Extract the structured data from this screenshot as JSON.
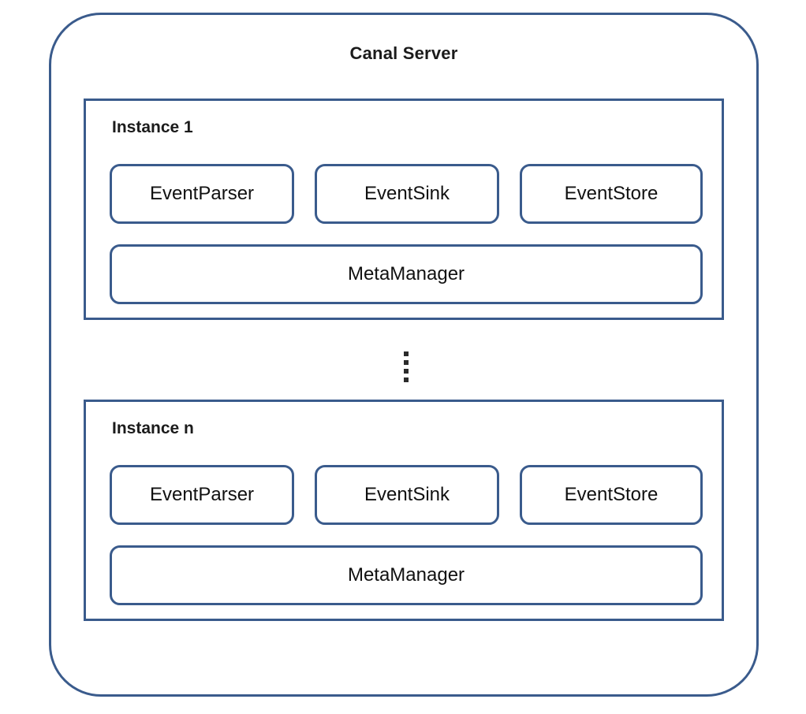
{
  "diagram": {
    "title": "Canal Server",
    "stroke_color": "#3a5b8c",
    "text_color": "#1b1b1b",
    "background_color": "#ffffff",
    "ellipsis": {
      "name": "vertical-ellipsis",
      "dot_count": 4,
      "meaning": "additional instances omitted"
    },
    "instances": [
      {
        "label": "Instance 1",
        "components": [
          {
            "name": "EventParser",
            "label": "EventParser"
          },
          {
            "name": "EventSink",
            "label": "EventSink"
          },
          {
            "name": "EventStore",
            "label": "EventStore"
          }
        ],
        "manager": {
          "name": "MetaManager",
          "label": "MetaManager"
        }
      },
      {
        "label": "Instance n",
        "components": [
          {
            "name": "EventParser",
            "label": "EventParser"
          },
          {
            "name": "EventSink",
            "label": "EventSink"
          },
          {
            "name": "EventStore",
            "label": "EventStore"
          }
        ],
        "manager": {
          "name": "MetaManager",
          "label": "MetaManager"
        }
      }
    ]
  }
}
